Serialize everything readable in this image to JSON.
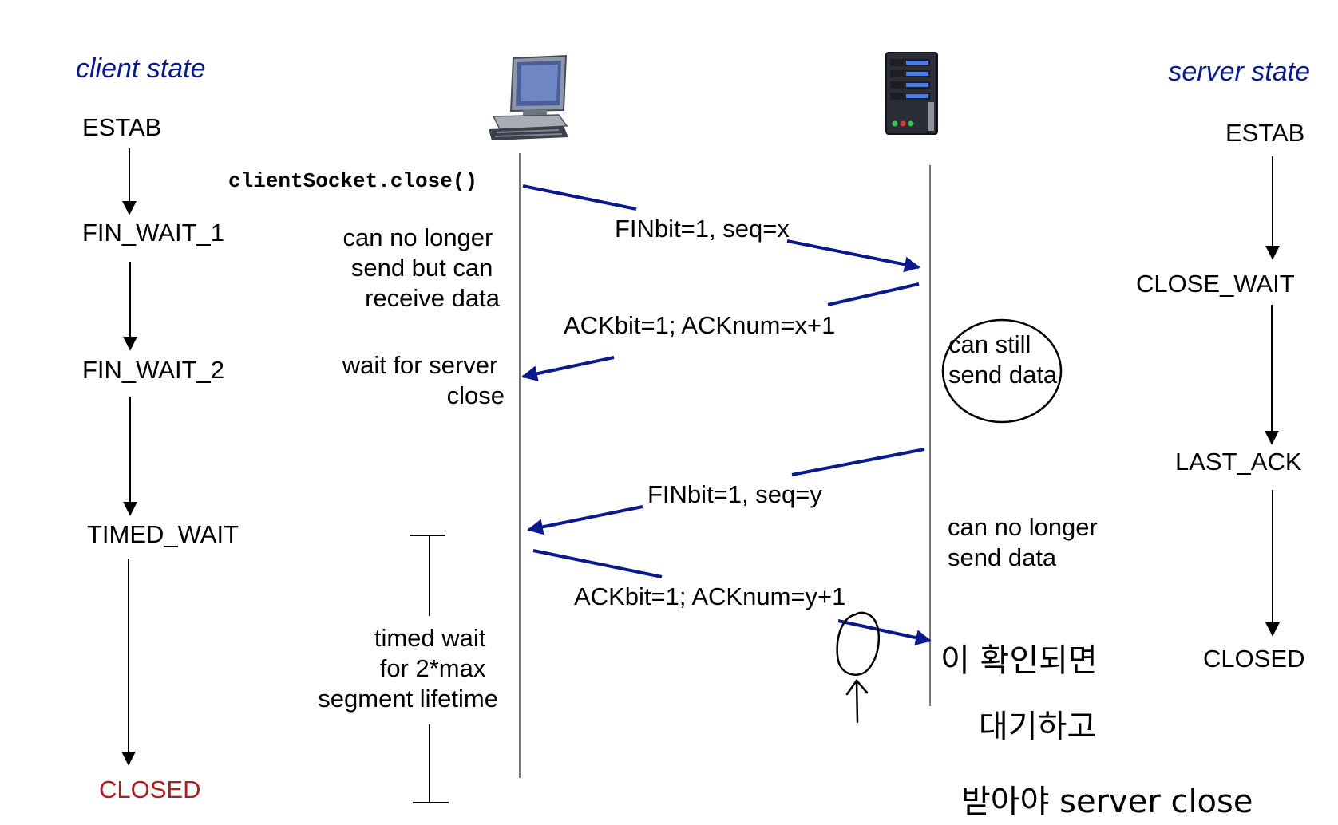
{
  "headers": {
    "client_state": "client state",
    "server_state": "server state"
  },
  "client_states": [
    "ESTAB",
    "FIN_WAIT_1",
    "FIN_WAIT_2",
    "TIMED_WAIT",
    "CLOSED"
  ],
  "server_states": [
    "ESTAB",
    "CLOSE_WAIT",
    "LAST_ACK",
    "CLOSED"
  ],
  "client_call": "clientSocket.close()",
  "notes": {
    "client_fin_wait_1": [
      "can no longer",
      "send but can",
      "receive data"
    ],
    "client_fin_wait_2": [
      "wait for server",
      "close"
    ],
    "client_timed_wait": [
      "timed wait",
      "for 2*max",
      "segment lifetime"
    ],
    "server_still_send": [
      "can still",
      "send data"
    ],
    "server_no_longer": [
      "can no longer",
      "send data"
    ]
  },
  "messages": [
    {
      "label": "FINbit=1, seq=x",
      "direction": "client-to-server"
    },
    {
      "label": "ACKbit=1; ACKnum=x+1",
      "direction": "server-to-client"
    },
    {
      "label": "FINbit=1, seq=y",
      "direction": "server-to-client"
    },
    {
      "label": "ACKbit=1; ACKnum=y+1",
      "direction": "client-to-server"
    }
  ],
  "handwritten": [
    "이 확인되면",
    "대기하고",
    "받아야 server close"
  ],
  "icons": {
    "client": "desktop-computer-icon",
    "server": "server-tower-icon"
  },
  "colors": {
    "header": "#0a1a8c",
    "message_arrow": "#0a1a8c",
    "closed_client": "#b01c1c"
  }
}
